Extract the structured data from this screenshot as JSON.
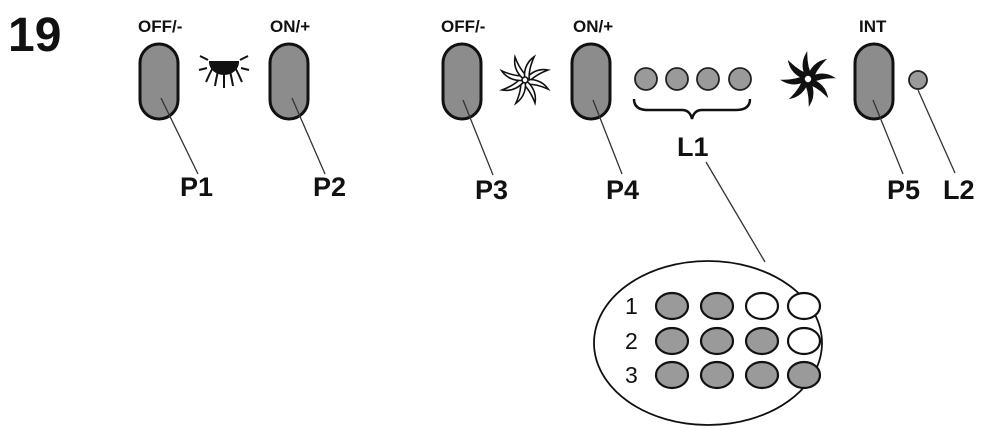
{
  "figure_number": "19",
  "colors": {
    "button_fill": "#8c8c8c",
    "led_fill": "#9a9a9a",
    "led_off": "#ffffff",
    "stroke": "#111111"
  },
  "buttons": [
    {
      "id": "P1",
      "label": "OFF/-",
      "callout": "P1"
    },
    {
      "id": "P2",
      "label": "ON/+",
      "callout": "P2"
    },
    {
      "id": "P3",
      "label": "OFF/-",
      "callout": "P3"
    },
    {
      "id": "P4",
      "label": "ON/+",
      "callout": "P4"
    },
    {
      "id": "P5",
      "label": "INT",
      "callout": "P5"
    }
  ],
  "icons": [
    "light-bulb-icon",
    "fan-icon",
    "fan-bold-icon"
  ],
  "led_bar": {
    "callout": "L1",
    "count": 4
  },
  "led_single": {
    "callout": "L2"
  },
  "speed_table": {
    "rows": [
      {
        "label": "1",
        "leds": [
          true,
          true,
          false,
          false
        ]
      },
      {
        "label": "2",
        "leds": [
          true,
          true,
          true,
          false
        ]
      },
      {
        "label": "3",
        "leds": [
          true,
          true,
          true,
          true
        ]
      }
    ]
  }
}
